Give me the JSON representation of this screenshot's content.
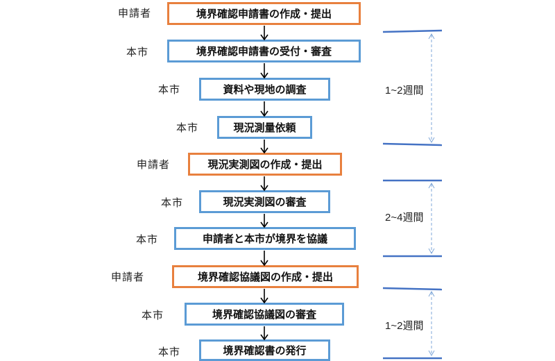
{
  "steps": [
    {
      "actor": "申請者",
      "label": "境界確認申請書の作成・提出",
      "kind": "applicant"
    },
    {
      "actor": "本市",
      "label": "境界確認申請書の受付・審査",
      "kind": "city"
    },
    {
      "actor": "本市",
      "label": "資料や現地の調査",
      "kind": "city"
    },
    {
      "actor": "本市",
      "label": "現況測量依頼",
      "kind": "city"
    },
    {
      "actor": "申請者",
      "label": "現況実測図の作成・提出",
      "kind": "applicant"
    },
    {
      "actor": "本市",
      "label": "現況実測図の審査",
      "kind": "city"
    },
    {
      "actor": "本市",
      "label": "申請者と本市が境界を協議",
      "kind": "city"
    },
    {
      "actor": "申請者",
      "label": "境界確認協議図の作成・提出",
      "kind": "applicant"
    },
    {
      "actor": "本市",
      "label": "境界確認協議図の審査",
      "kind": "city"
    },
    {
      "actor": "本市",
      "label": "境界確認書の発行",
      "kind": "city"
    }
  ],
  "durations": [
    {
      "label": "1~2週間"
    },
    {
      "label": "2~4週間"
    },
    {
      "label": "1~2週間"
    }
  ],
  "colors": {
    "applicant_border": "#E8803E",
    "city_border": "#5B9BD5",
    "bracket_line": "#4472C4"
  }
}
